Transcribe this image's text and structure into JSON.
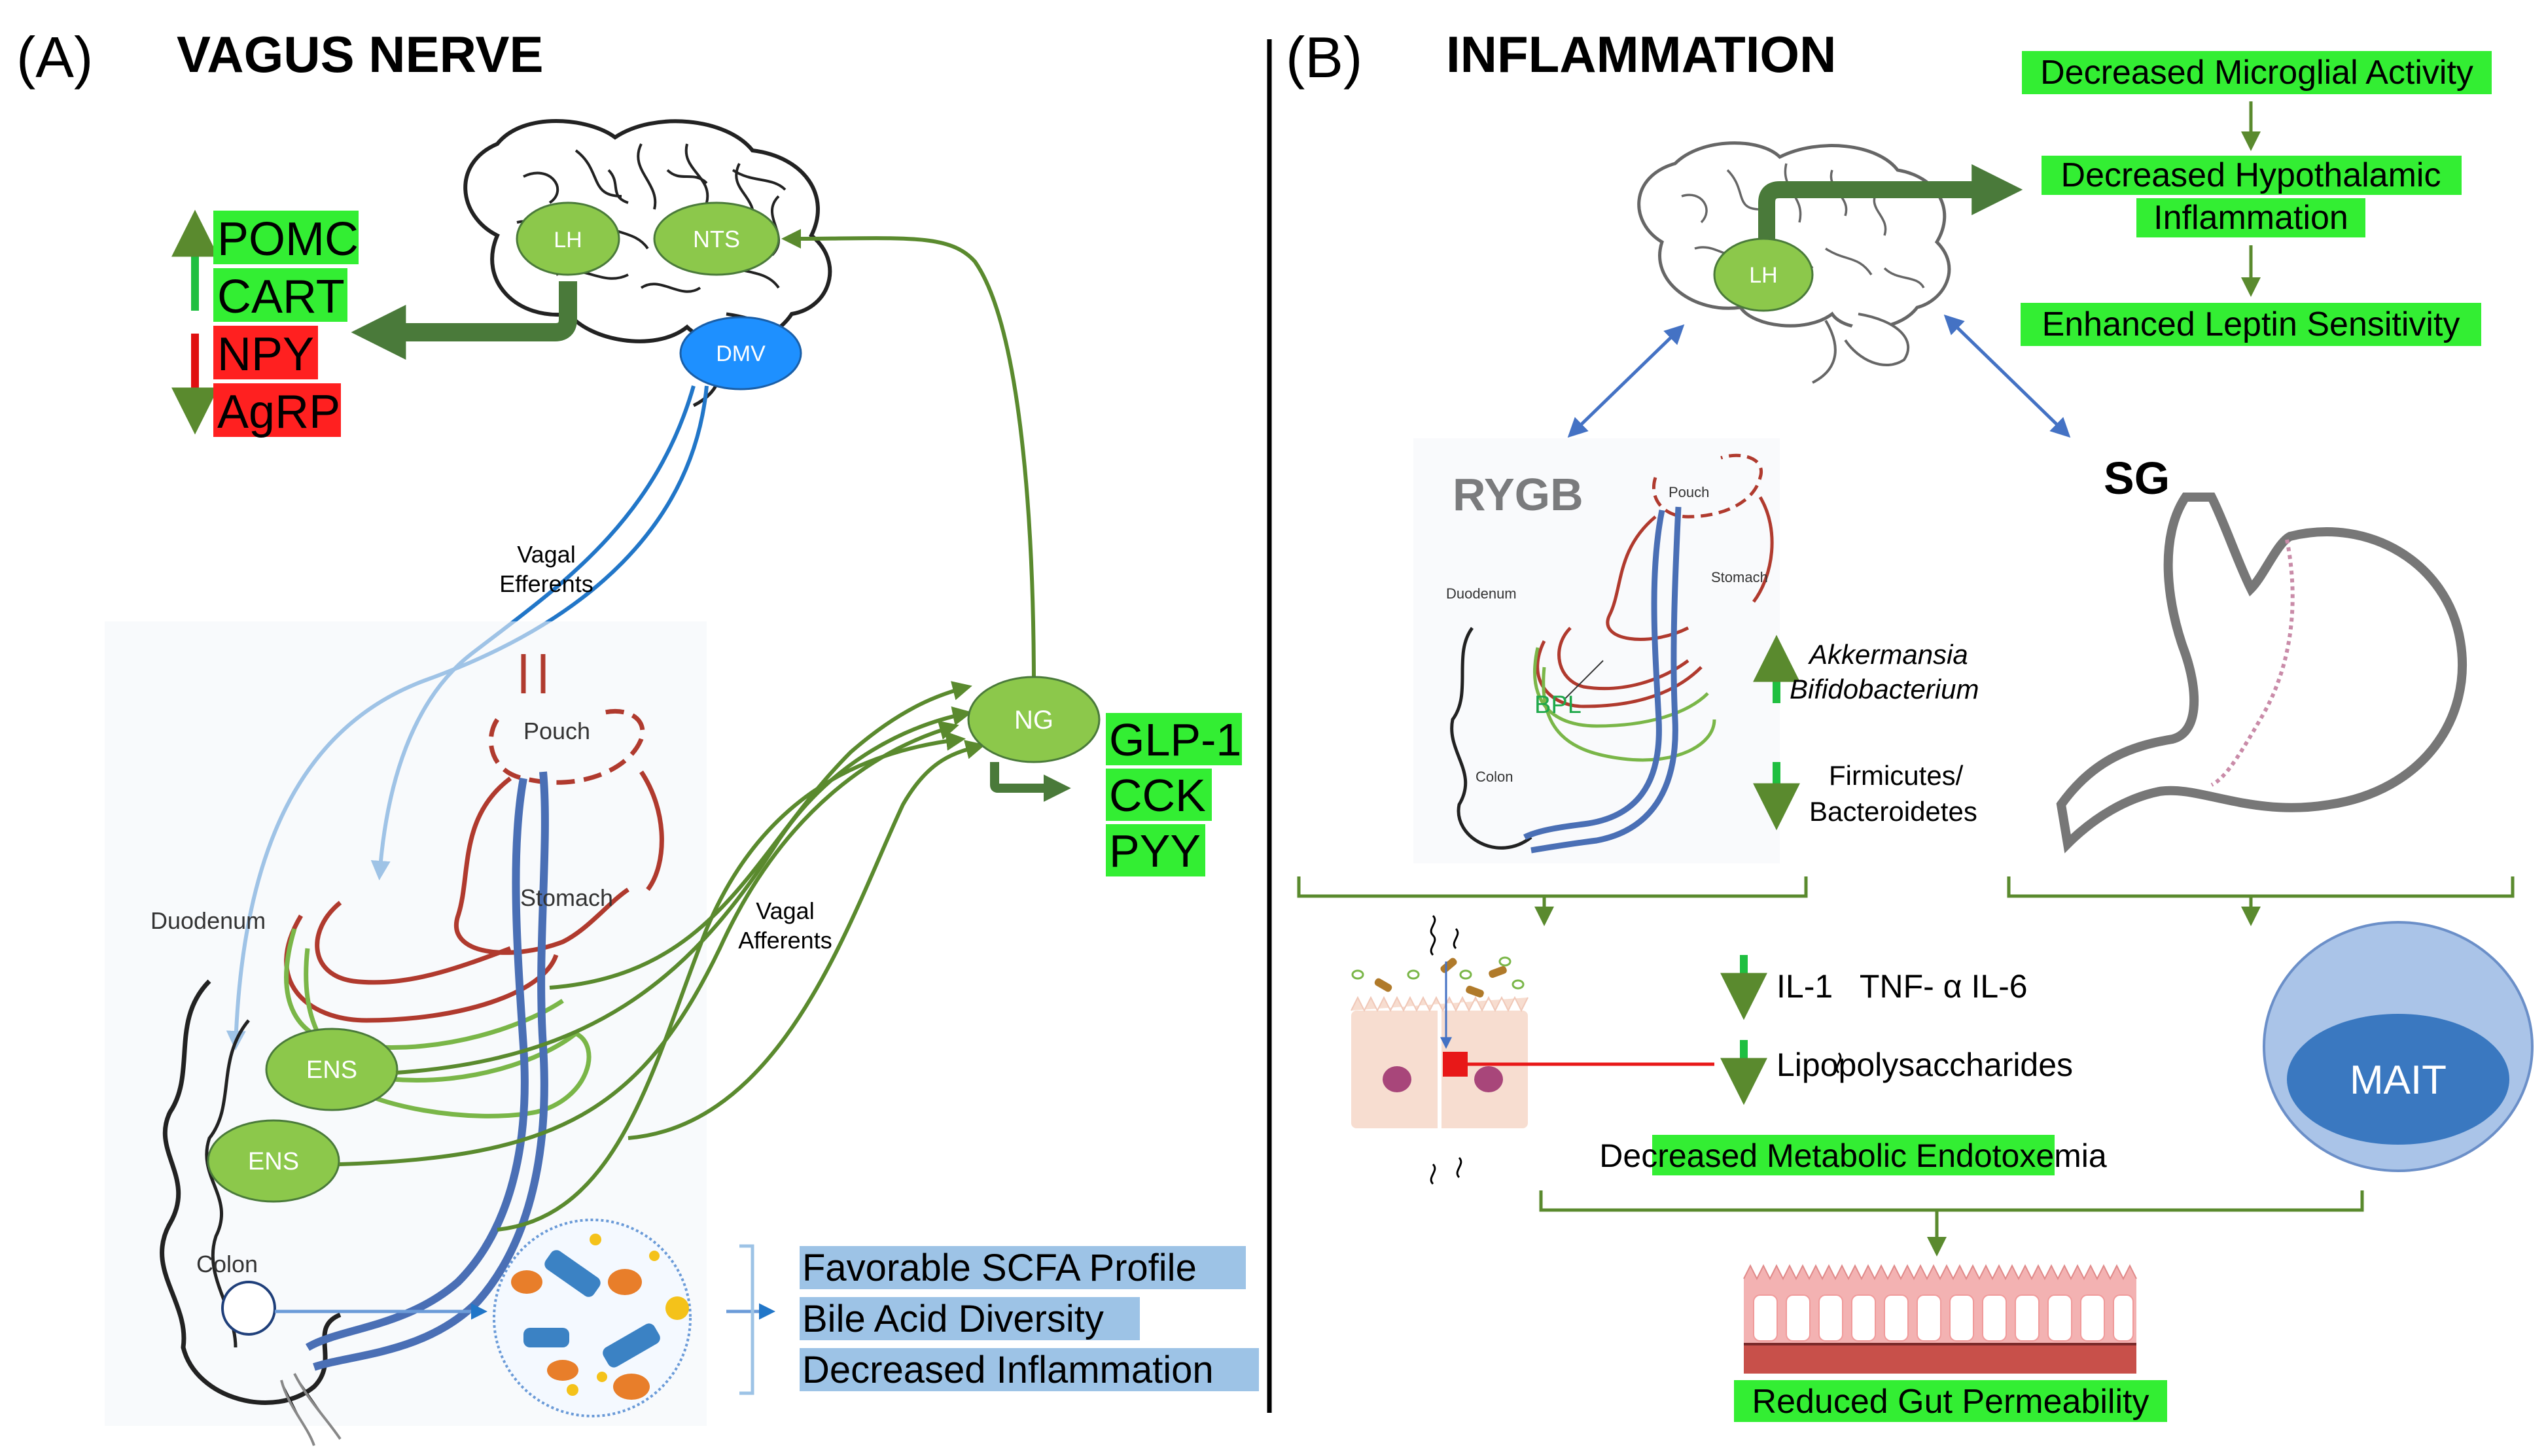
{
  "panel_a": {
    "letter": "(A)",
    "title": "VAGUS NERVE",
    "brain_nodes": {
      "lh": "LH",
      "nts": "NTS",
      "dmv": "DMV"
    },
    "peptides_up": [
      "POMC",
      "CART"
    ],
    "peptides_down": [
      "NPY",
      "AgRP"
    ],
    "vagal_efferents": [
      "Vagal",
      "Efferents"
    ],
    "vagal_afferents": [
      "Vagal",
      "Afferents"
    ],
    "anatomy": {
      "pouch": "Pouch",
      "stomach": "Stomach",
      "duodenum": "Duodenum",
      "colon": "Colon"
    },
    "ens_1": "ENS",
    "ens_2": "ENS",
    "ng": "NG",
    "gut_hormones": [
      "GLP-1",
      "CCK",
      "PYY"
    ],
    "scfa_outcomes": [
      "Favorable SCFA Profile",
      "Bile Acid Diversity",
      "Decreased Inflammation"
    ]
  },
  "panel_b": {
    "letter": "(B)",
    "title": "INFLAMMATION",
    "hypothalamic_chain": [
      "Decreased Microglial Activity",
      "Decreased Hypothalamic",
      "Inflammation",
      "Enhanced Leptin Sensitivity"
    ],
    "lh": "LH",
    "rygb": "RYGB",
    "sg": "SG",
    "rygb_anatomy": {
      "pouch": "Pouch",
      "stomach": "Stomach",
      "duodenum": "Duodenum",
      "bpl": "BPL",
      "colon": "Colon"
    },
    "microbiota_up": [
      "Akkermansia",
      "Bifidobacterium"
    ],
    "microbiota_down": [
      "Firmicutes/",
      "Bacteroidetes"
    ],
    "cytokines": "IL-1   TNF- α IL-6",
    "lps": "Lipopolysaccharides",
    "endotoxemia": "Decreased Metabolic Endotoxemia",
    "mait": "MAIT",
    "permeability": "Reduced Gut Permeability"
  },
  "colors": {
    "green_highlight": "#33ee33",
    "red_highlight": "#ff2020",
    "blue_highlight": "#9dc3e6",
    "node_green": "#8cc84b",
    "node_blue": "#1e90ff",
    "dark_green_arrow": "#4a7a3a",
    "afferent_green": "#5a8a2e",
    "efferent_blue": "#2176c8",
    "duodenum_red": "#b03a2e",
    "stomach_blue": "#4a6fb5"
  }
}
